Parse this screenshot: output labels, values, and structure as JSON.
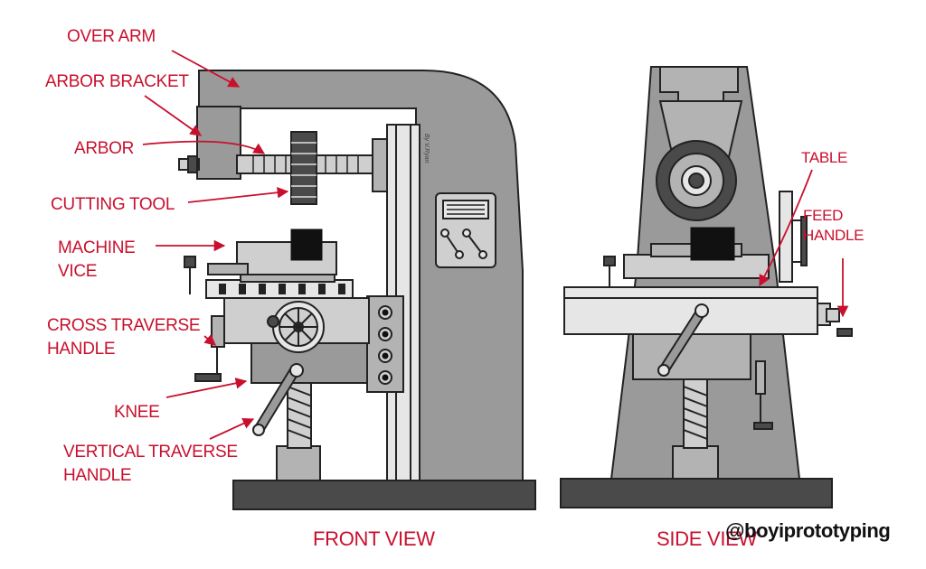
{
  "labels": {
    "over_arm": "OVER ARM",
    "arbor_bracket": "ARBOR BRACKET",
    "arbor": "ARBOR",
    "cutting_tool": "CUTTING TOOL",
    "machine_vice_1": "MACHINE",
    "machine_vice_2": "VICE",
    "cross_traverse_1": "CROSS TRAVERSE",
    "cross_traverse_2": "HANDLE",
    "knee": "KNEE",
    "vertical_traverse_1": "VERTICAL TRAVERSE",
    "vertical_traverse_2": "HANDLE",
    "table": "TABLE",
    "feed_handle_1": "FEED",
    "feed_handle_2": "HANDLE"
  },
  "views": {
    "front": "FRONT VIEW",
    "side": "SIDE VIEW"
  },
  "column_mark": "By V.Ryan",
  "watermark": "@boyiprototyping",
  "colors": {
    "label_red": "#c8102e",
    "machine_gray": "#9a9a9a",
    "outline": "#222222"
  }
}
